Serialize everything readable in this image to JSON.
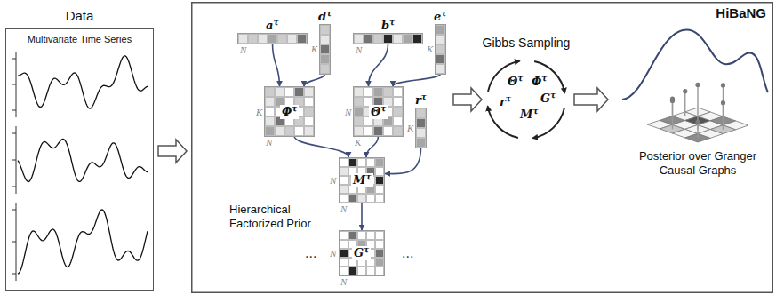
{
  "diagram": {
    "nodes": [
      {
        "text": [
          "Data",
          "Multivariate Time Series"
        ]
      },
      {
        "text": [
          "HiBaNG"
        ]
      },
      {
        "text": [
          "aτ"
        ],
        "in": 1
      },
      {
        "text": [
          "dτ"
        ],
        "in": 1
      },
      {
        "text": [
          "bτ"
        ],
        "in": 1
      },
      {
        "text": [
          "eτ"
        ],
        "in": 1
      },
      {
        "text": [
          "Φτ"
        ],
        "in": 1
      },
      {
        "text": [
          "Θτ"
        ],
        "in": 1
      },
      {
        "text": [
          "rτ"
        ],
        "in": 1
      },
      {
        "text": [
          "Mτ"
        ],
        "in": 1
      },
      {
        "text": [
          "Gτ"
        ],
        "in": 1
      }
    ],
    "edges": [
      {
        "from": 0,
        "to": 1,
        "arrow": "to"
      },
      {
        "from": 2,
        "to": 6,
        "arrow": "to"
      },
      {
        "from": 3,
        "to": 6,
        "arrow": "to"
      },
      {
        "from": 4,
        "to": 7,
        "arrow": "to"
      },
      {
        "from": 5,
        "to": 7,
        "arrow": "to"
      },
      {
        "from": 6,
        "to": 9,
        "arrow": "to"
      },
      {
        "from": 7,
        "to": 9,
        "arrow": "to"
      },
      {
        "from": 8,
        "to": 9,
        "arrow": "to"
      },
      {
        "from": 9,
        "to": 10,
        "arrow": "to"
      }
    ],
    "labels": [
      "Hierarchical Factorized Prior",
      "N",
      "K",
      "N",
      "K",
      "K",
      "N",
      "N",
      "K",
      "K",
      "N",
      "N",
      "N",
      "N",
      "...",
      "...",
      "Gibbs Sampling",
      "Θτ",
      "Φτ",
      "Gτ",
      "rτ",
      "Mτ",
      "Posterior over Granger Causal Graphs"
    ]
  }
}
